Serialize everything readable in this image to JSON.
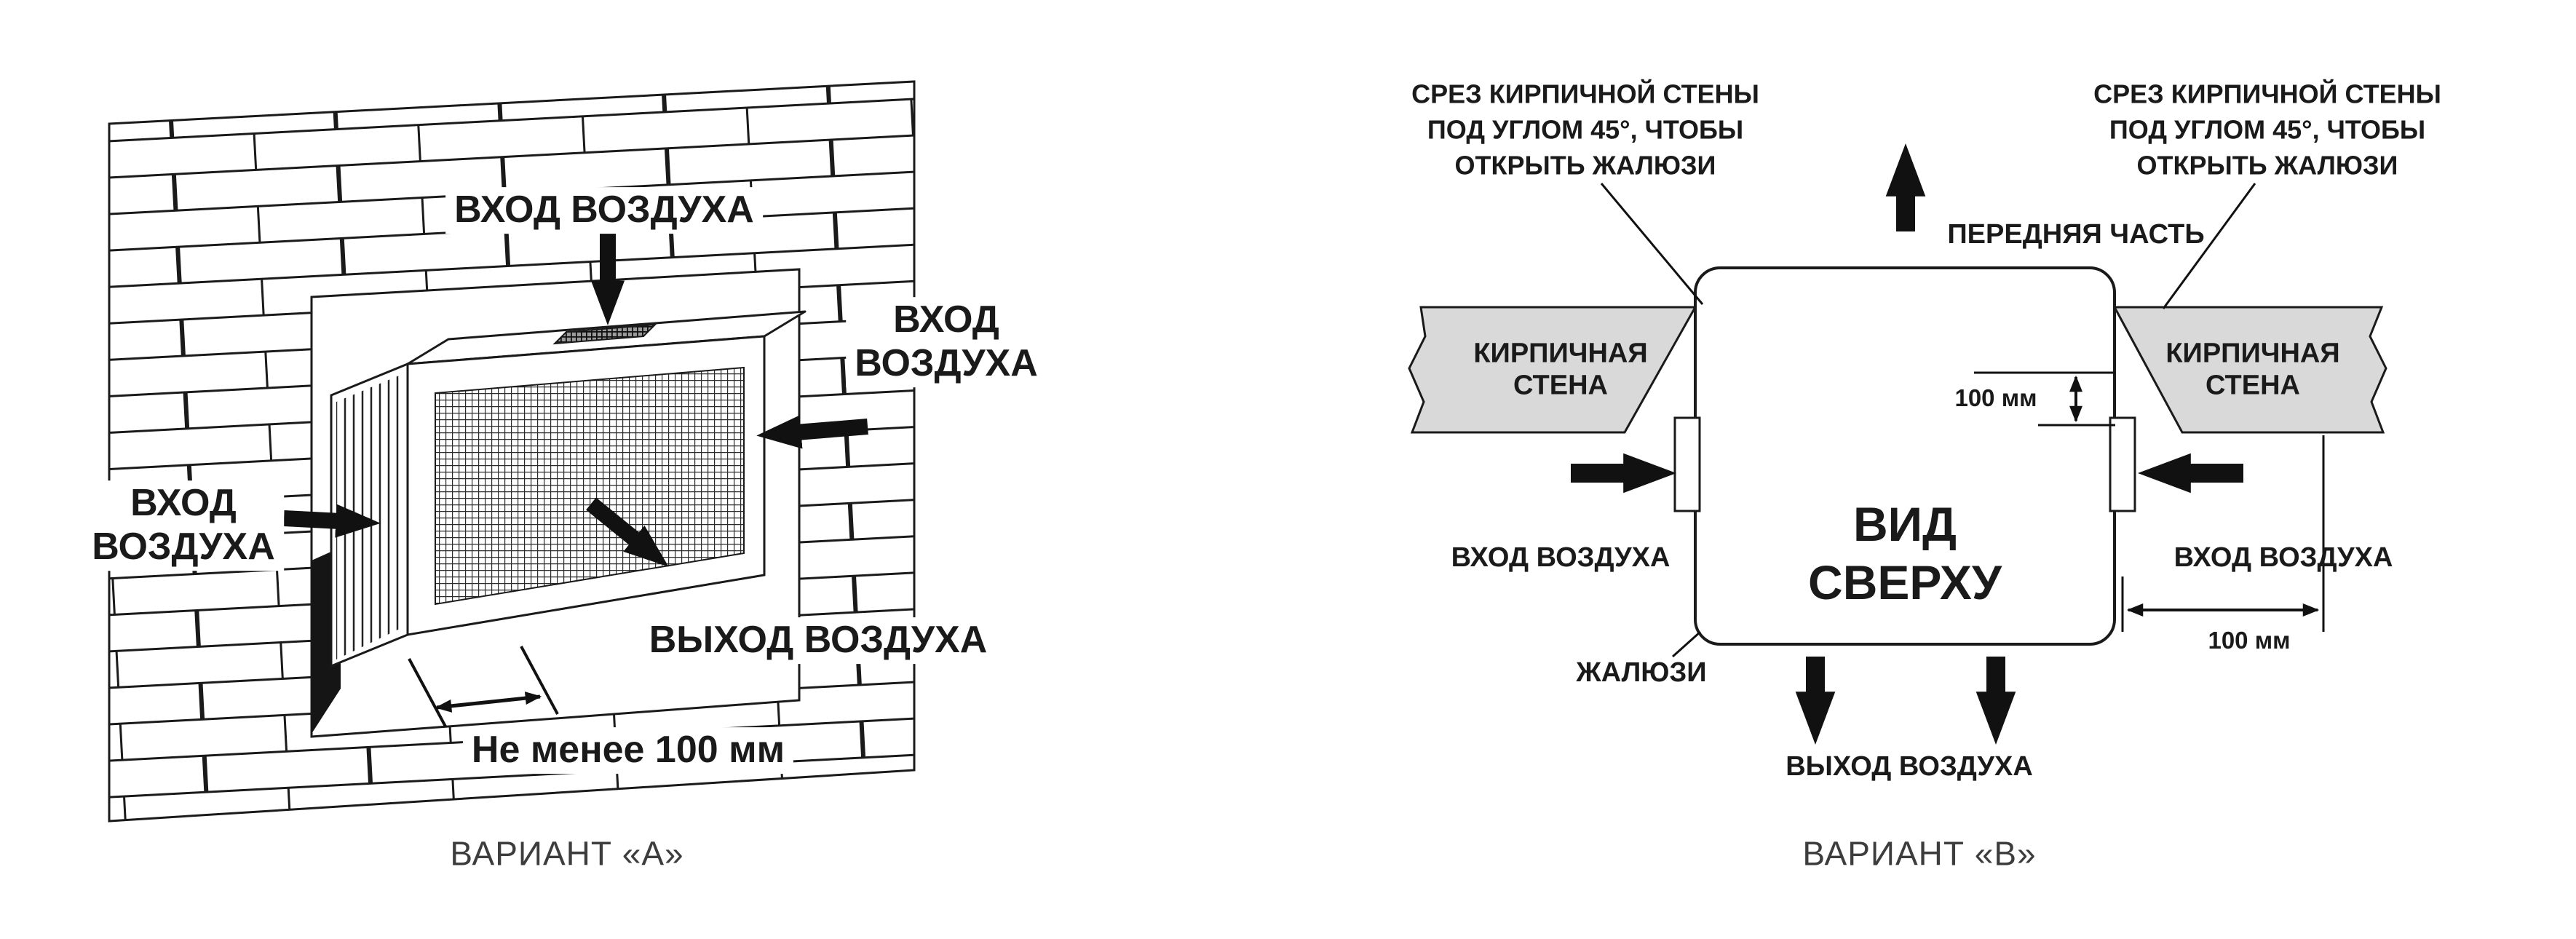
{
  "colors": {
    "ink": "#1a1a1a",
    "wall_fill": "#d9d9d9",
    "caption": "#3d3d3d"
  },
  "variant_a": {
    "caption": "ВАРИАНТ «А»",
    "labels": {
      "inlet_top": "ВХОД ВОЗДУХА",
      "inlet_right": [
        "ВХОД",
        "ВОЗДУХА"
      ],
      "inlet_left": [
        "ВХОД",
        "ВОЗДУХА"
      ],
      "outlet": "ВЫХОД ВОЗДУХА",
      "min_distance": "Не менее 100 мм"
    }
  },
  "variant_b": {
    "caption": "ВАРИАНТ «В»",
    "labels": {
      "cut_note_left": [
        "СРЕЗ КИРПИЧНОЙ СТЕНЫ",
        "ПОД УГЛОМ 45°, ЧТОБЫ",
        "ОТКРЫТЬ ЖАЛЮЗИ"
      ],
      "cut_note_right": [
        "СРЕЗ КИРПИЧНОЙ СТЕНЫ",
        "ПОД УГЛОМ 45°, ЧТОБЫ",
        "ОТКРЫТЬ ЖАЛЮЗИ"
      ],
      "front_part": "ПЕРЕДНЯЯ ЧАСТЬ",
      "brick_wall_left": [
        "КИРПИЧНАЯ",
        "СТЕНА"
      ],
      "brick_wall_right": [
        "КИРПИЧНАЯ",
        "СТЕНА"
      ],
      "top_view": [
        "ВИД",
        "СВЕРХУ"
      ],
      "inlet_left": "ВХОД ВОЗДУХА",
      "inlet_right": "ВХОД ВОЗДУХА",
      "louvers": "ЖАЛЮЗИ",
      "outlet": "ВЫХОД ВОЗДУХА",
      "dim_top": "100 мм",
      "dim_bottom": "100 мм"
    }
  }
}
